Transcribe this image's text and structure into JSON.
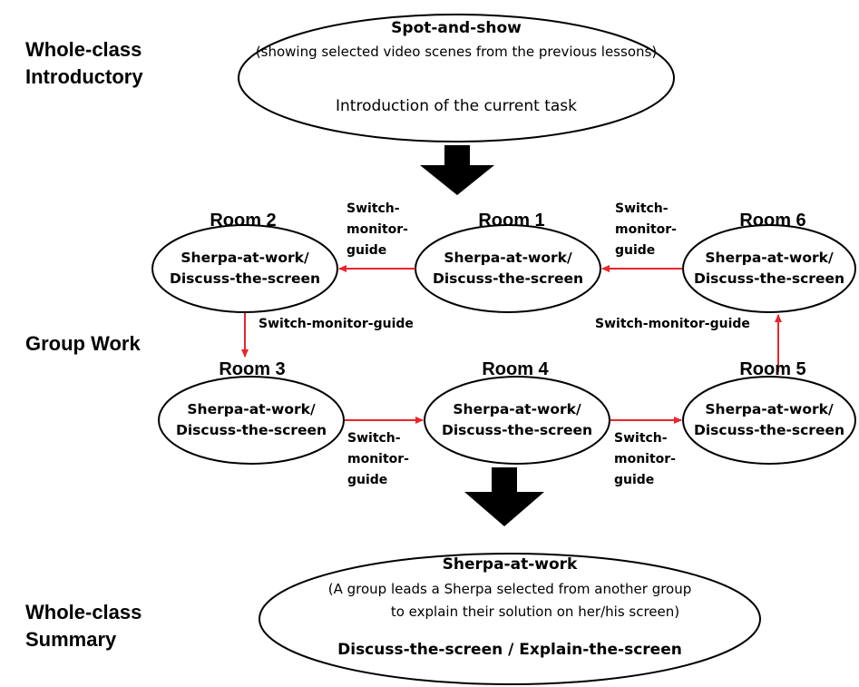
{
  "phases": {
    "intro": "Whole-class\nIntroductory",
    "group": "Group Work",
    "summary": "Whole-class\nSummary"
  },
  "intro_node": {
    "title": "Spot-and-show",
    "subtitle": "(showing selected video scenes from the previous lessons)",
    "task": "Introduction of the current task"
  },
  "rooms": [
    {
      "id": "room1",
      "label": "Room 1",
      "text": "Sherpa-at-work/\nDiscuss-the-screen"
    },
    {
      "id": "room2",
      "label": "Room 2",
      "text": "Sherpa-at-work/\nDiscuss-the-screen"
    },
    {
      "id": "room3",
      "label": "Room 3",
      "text": "Sherpa-at-work/\nDiscuss-the-screen"
    },
    {
      "id": "room4",
      "label": "Room 4",
      "text": "Sherpa-at-work/\nDiscuss-the-screen"
    },
    {
      "id": "room5",
      "label": "Room 5",
      "text": "Sherpa-at-work/\nDiscuss-the-screen"
    },
    {
      "id": "room6",
      "label": "Room 6",
      "text": "Sherpa-at-work/\nDiscuss-the-screen"
    }
  ],
  "edges": [
    {
      "from": "room6",
      "to": "room1",
      "label": "Switch-\nmonitor-\nguide"
    },
    {
      "from": "room1",
      "to": "room2",
      "label": "Switch-\nmonitor-\nguide"
    },
    {
      "from": "room2",
      "to": "room3",
      "label": "Switch-monitor-guide"
    },
    {
      "from": "room3",
      "to": "room4",
      "label": "Switch-\nmonitor-\nguide"
    },
    {
      "from": "room4",
      "to": "room5",
      "label": "Switch-\nmonitor-\nguide"
    },
    {
      "from": "room5",
      "to": "room6",
      "label": "Switch-monitor-guide"
    }
  ],
  "summary_node": {
    "title": "Sherpa-at-work",
    "line1": "(A group leads a Sherpa selected from another group",
    "line2": "to explain their solution on her/his screen)",
    "footer": "Discuss-the-screen / Explain-the-screen"
  },
  "colors": {
    "edge": "#e8262b",
    "outline": "#000000",
    "flow_arrow": "#000000"
  }
}
